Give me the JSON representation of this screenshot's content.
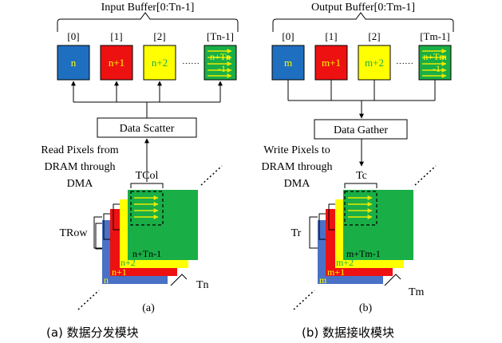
{
  "panel_a": {
    "buffer_title": "Input Buffer[0:Tn-1]",
    "indices": [
      "[0]",
      "[1]",
      "[2]",
      "[Tn-1]"
    ],
    "cells": [
      "n",
      "n+1",
      "n+2"
    ],
    "last_cell_line1": "n+Tn",
    "last_cell_line2": "-1",
    "dots": "······",
    "module": "Data Scatter",
    "dma_line1": "Read Pixels from",
    "dma_line2": "DRAM through",
    "dma_line3": "DMA",
    "tile_col": "TCol",
    "tile_row": "TRow",
    "stack_top": "n+Tn-1",
    "stack_l2": "n+2",
    "stack_l1": "n+1",
    "stack_l0": "n",
    "depth": "Tn",
    "sub": "(a)",
    "caption": "(a)  数据分发模块"
  },
  "panel_b": {
    "buffer_title": "Output Buffer[0:Tm-1]",
    "indices": [
      "[0]",
      "[1]",
      "[2]",
      "[Tm-1]"
    ],
    "cells": [
      "m",
      "m+1",
      "m+2"
    ],
    "last_cell_line1": "n+Tm",
    "last_cell_line2": "-1",
    "dots": "······",
    "module": "Data Gather",
    "dma_line1": "Write Pixels to",
    "dma_line2": "DRAM through",
    "dma_line3": "DMA",
    "tile_col": "Tc",
    "tile_row": "Tr",
    "stack_top": "m+Tm-1",
    "stack_l2": "m+2",
    "stack_l1": "m+1",
    "stack_l0": "m",
    "depth": "Tm",
    "sub": "(b)",
    "caption": "(b)  数据接收模块"
  },
  "colors": {
    "blue": "#1f6fc0",
    "red": "#ee1111",
    "yellow": "#ffff00",
    "green": "#1aae47",
    "stack_blue": "#4a71c6",
    "arrow_yellow": "#e8e800"
  }
}
